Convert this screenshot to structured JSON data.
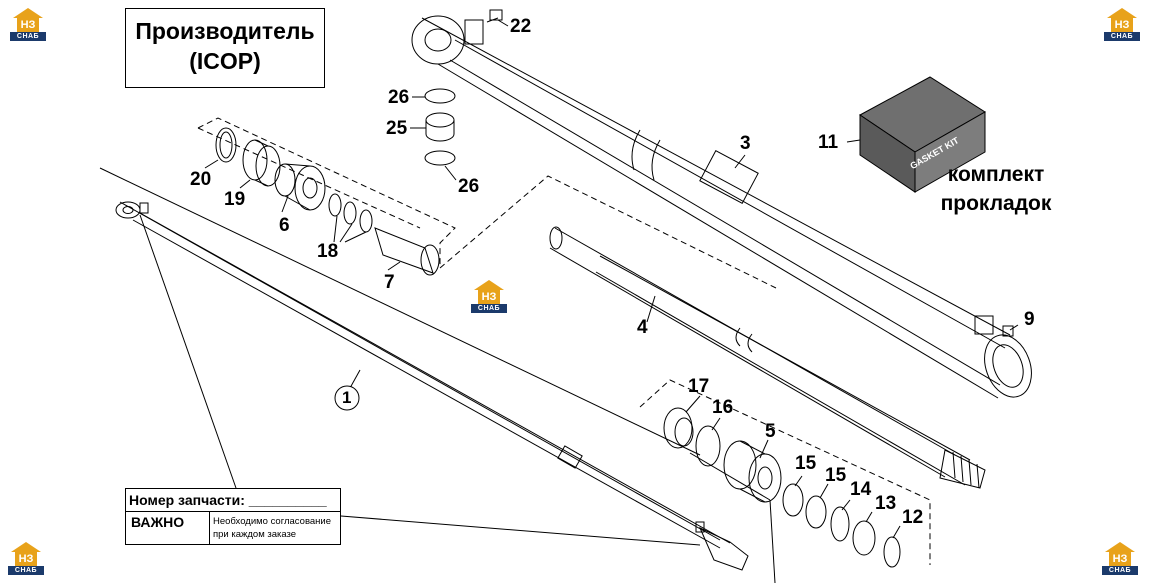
{
  "header": {
    "manufacturer_line1": "Производитель",
    "manufacturer_line2": "(ICOP)"
  },
  "part_table": {
    "part_number_label": "Номер запчасти: __________",
    "important_label": "ВАЖНО",
    "important_note_line1": "Необходимо согласование",
    "important_note_line2": "при каждом заказе"
  },
  "gasket_kit": {
    "box_text": "GASKET KIT",
    "label_line1": "комплект",
    "label_line2": "прокладок"
  },
  "logo": {
    "top_text": "НЗ",
    "bottom_text": "СНАБ",
    "colors": {
      "orange": "#e8a21a",
      "navy": "#1b3a6b"
    }
  },
  "callouts": {
    "c1": "1",
    "c3": "3",
    "c4": "4",
    "c5": "5",
    "c6": "6",
    "c7": "7",
    "c9": "9",
    "c11": "11",
    "c12": "12",
    "c13": "13",
    "c14": "14",
    "c15a": "15",
    "c15b": "15",
    "c16": "16",
    "c17": "17",
    "c18": "18",
    "c19": "19",
    "c20": "20",
    "c22": "22",
    "c25": "25",
    "c26a": "26",
    "c26b": "26"
  }
}
